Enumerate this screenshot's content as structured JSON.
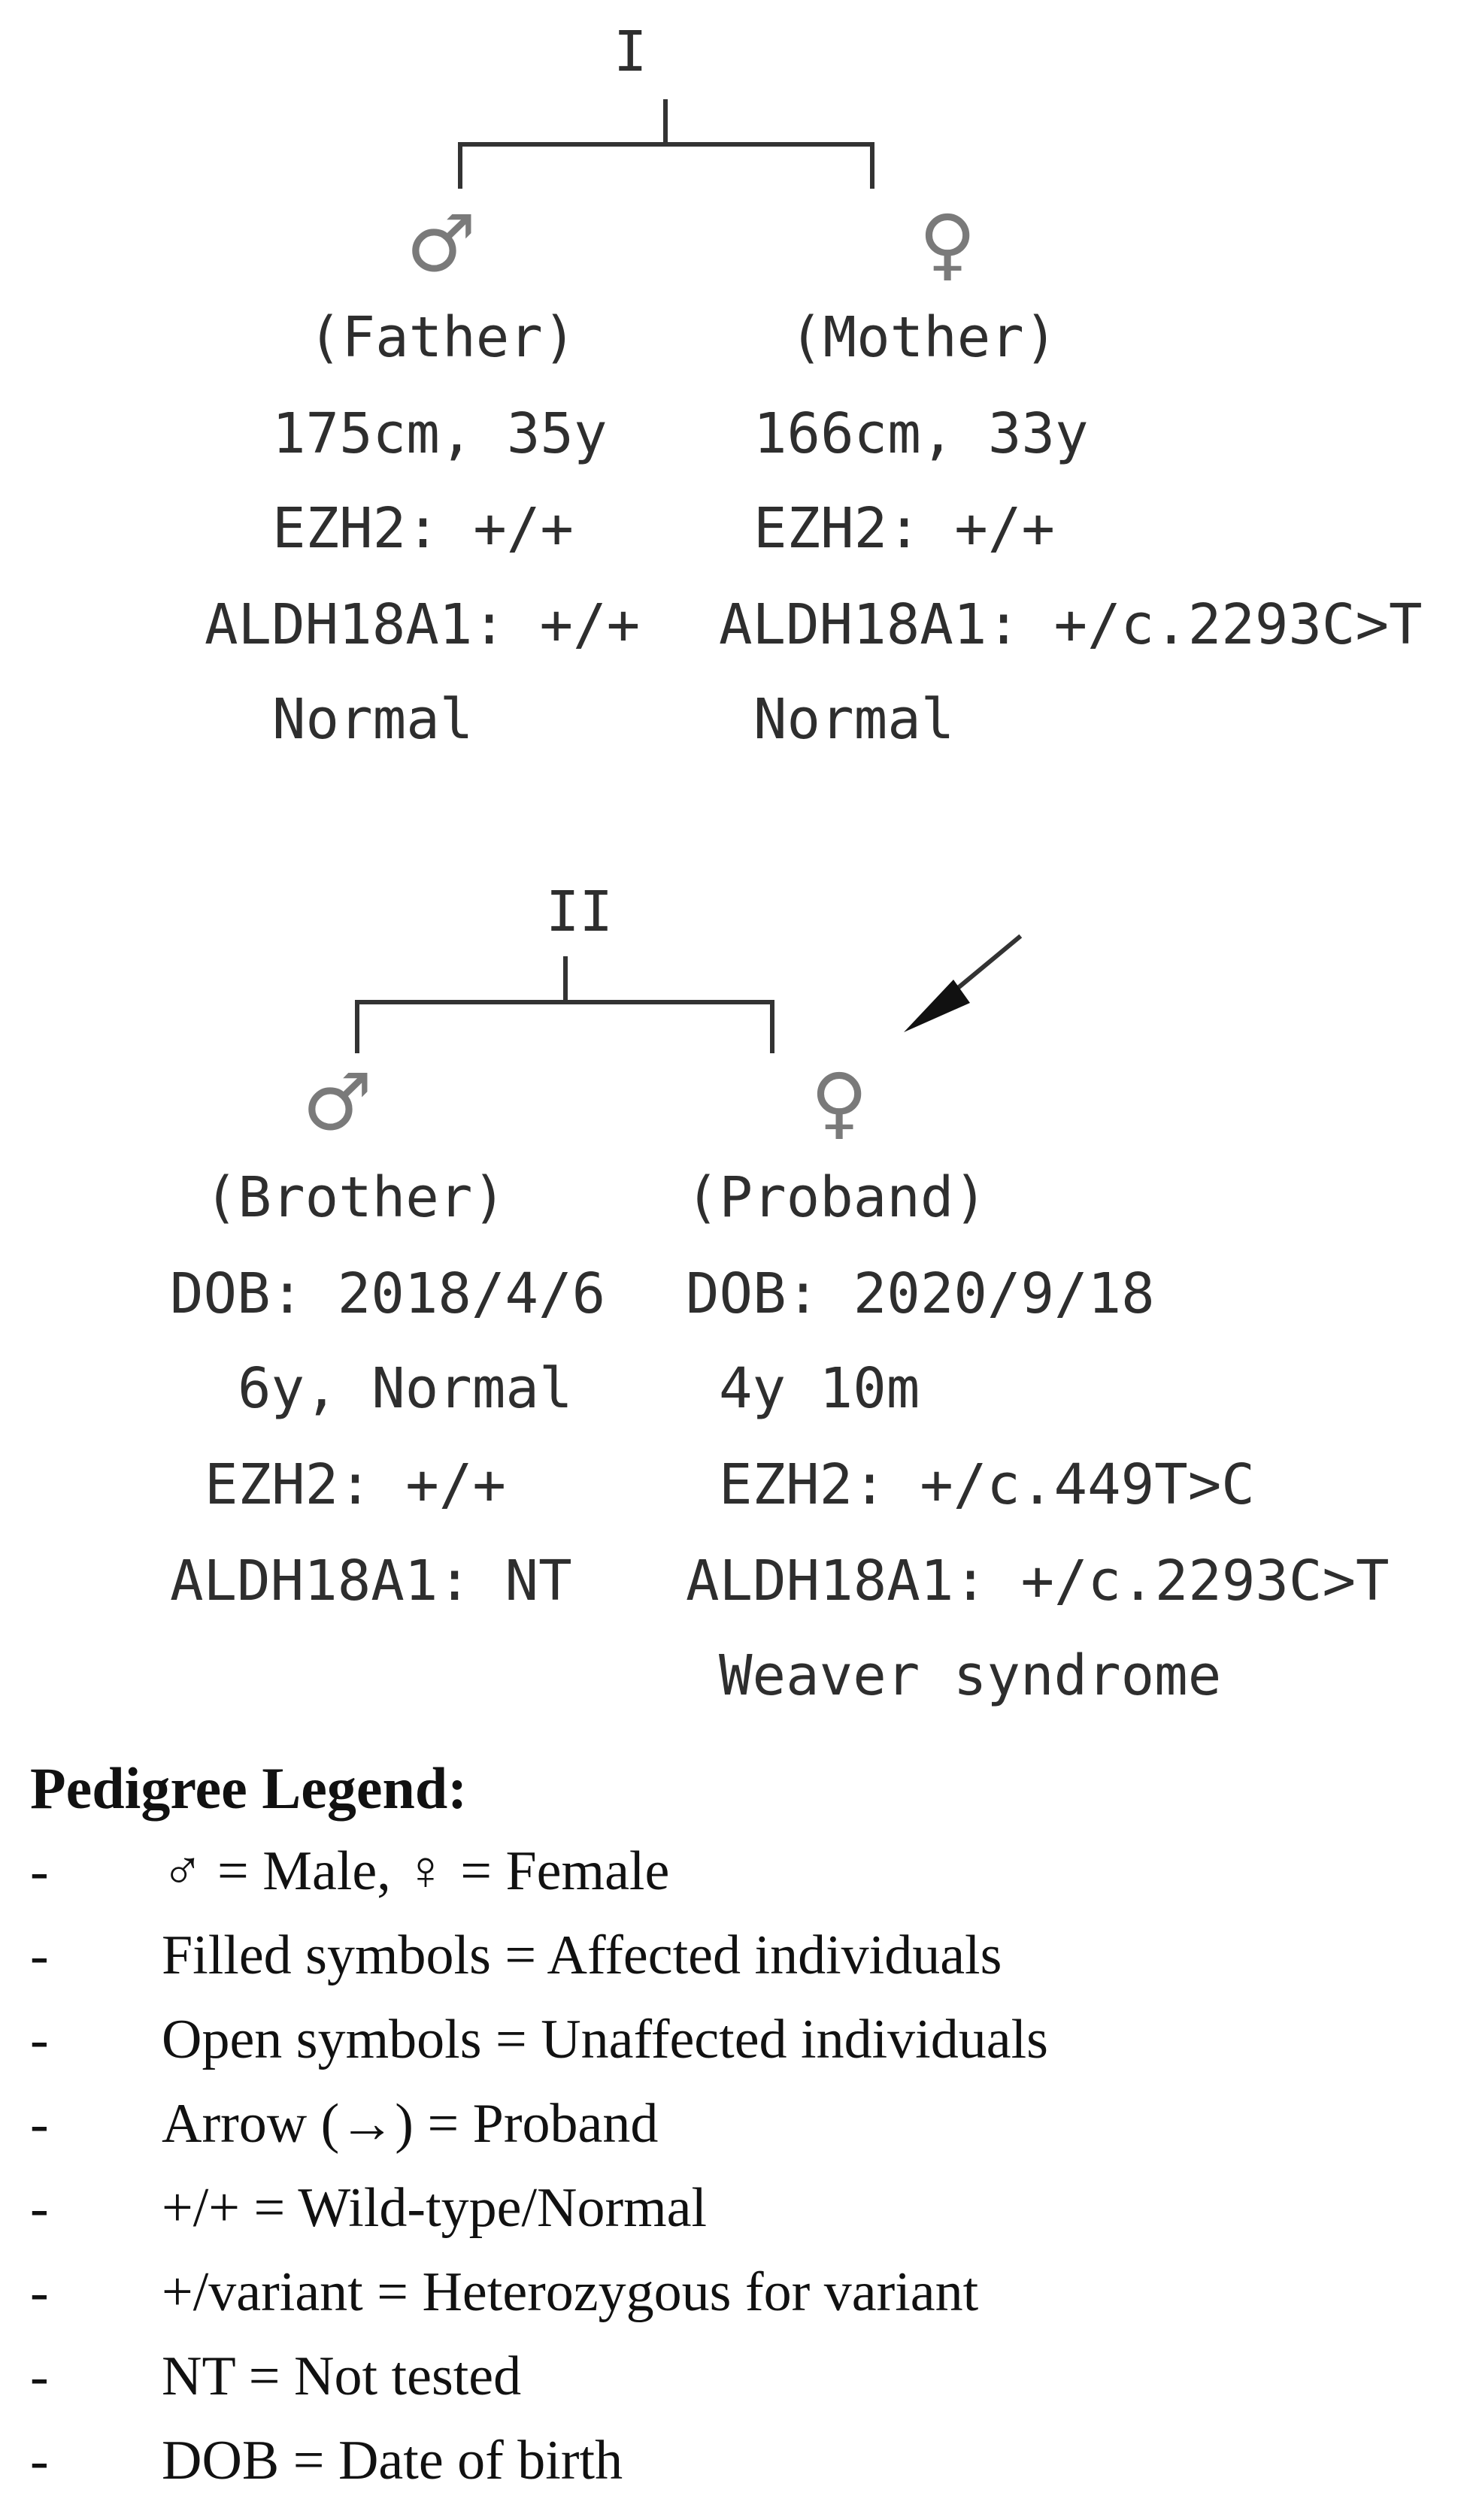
{
  "generations": {
    "gen1": {
      "label": "I",
      "father": {
        "symbol": "♂",
        "role": "(Father)",
        "line1": "175cm, 35y",
        "ezh2": "EZH2: +/+",
        "aldh": "ALDH18A1: +/+",
        "status": "Normal"
      },
      "mother": {
        "symbol": "♀",
        "role": "(Mother)",
        "line1": "166cm, 33y",
        "ezh2": "EZH2: +/+",
        "aldh": "ALDH18A1: +/c.2293C>T",
        "status": "Normal"
      }
    },
    "gen2": {
      "label": "II",
      "brother": {
        "symbol": "♂",
        "role": "(Brother)",
        "dob": "DOB: 2018/4/6",
        "line2": "6y, Normal",
        "ezh2": "EZH2: +/+",
        "aldh": "ALDH18A1: NT"
      },
      "proband": {
        "symbol": "♀",
        "role": "(Proband)",
        "dob": "DOB: 2020/9/18",
        "line2": "4y 10m",
        "ezh2": "EZH2: +/c.449T>C",
        "aldh": "ALDH18A1: +/c.2293C>T",
        "status": "Weaver syndrome"
      }
    }
  },
  "legend": {
    "title": "Pedigree Legend:",
    "bullet": "-",
    "items": [
      "♂ = Male, ♀ = Female",
      "Filled symbols = Affected individuals",
      "Open symbols = Unaffected individuals",
      "Arrow (→) = Proband",
      "+/+ = Wild-type/Normal",
      "+/variant = Heterozygous for variant",
      "NT = Not tested",
      "DOB = Date of birth"
    ]
  },
  "colors": {
    "line": "#333333",
    "symbol": "#7a7a7a",
    "text": "#2e2e2e",
    "legend_text": "#111111"
  }
}
